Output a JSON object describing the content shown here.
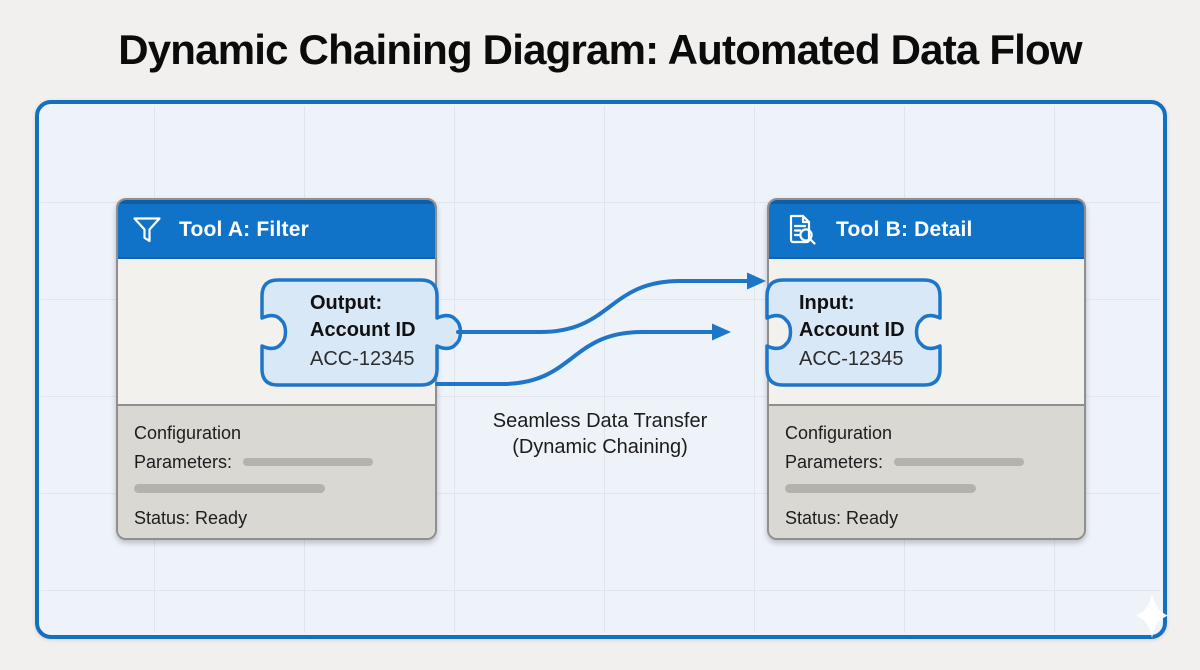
{
  "title": "Dynamic Chaining Diagram: Automated Data Flow",
  "tool_a": {
    "header": "Tool A: Filter",
    "icon": "filter-icon",
    "connector": {
      "kind_label": "Output:",
      "field": "Account ID",
      "value": "ACC-12345"
    },
    "config": {
      "title": "Configuration",
      "params_label": "Parameters:",
      "status": "Status: Ready"
    }
  },
  "tool_b": {
    "header": "Tool B: Detail",
    "icon": "document-search-icon",
    "connector": {
      "kind_label": "Input:",
      "field": "Account ID",
      "value": "ACC-12345"
    },
    "config": {
      "title": "Configuration",
      "params_label": "Parameters:",
      "status": "Status: Ready"
    }
  },
  "flow_label": {
    "line1": "Seamless Data Transfer",
    "line2": "(Dynamic Chaining)"
  },
  "colors": {
    "accent_blue": "#1470c4",
    "header_blue": "#1173c8",
    "connector_fill": "#d9e8f7",
    "connector_stroke": "#1e76c8",
    "panel_bg": "#eef2f9",
    "config_gray": "#d9d8d3",
    "param_bar_gray": "#b3b2ad"
  }
}
